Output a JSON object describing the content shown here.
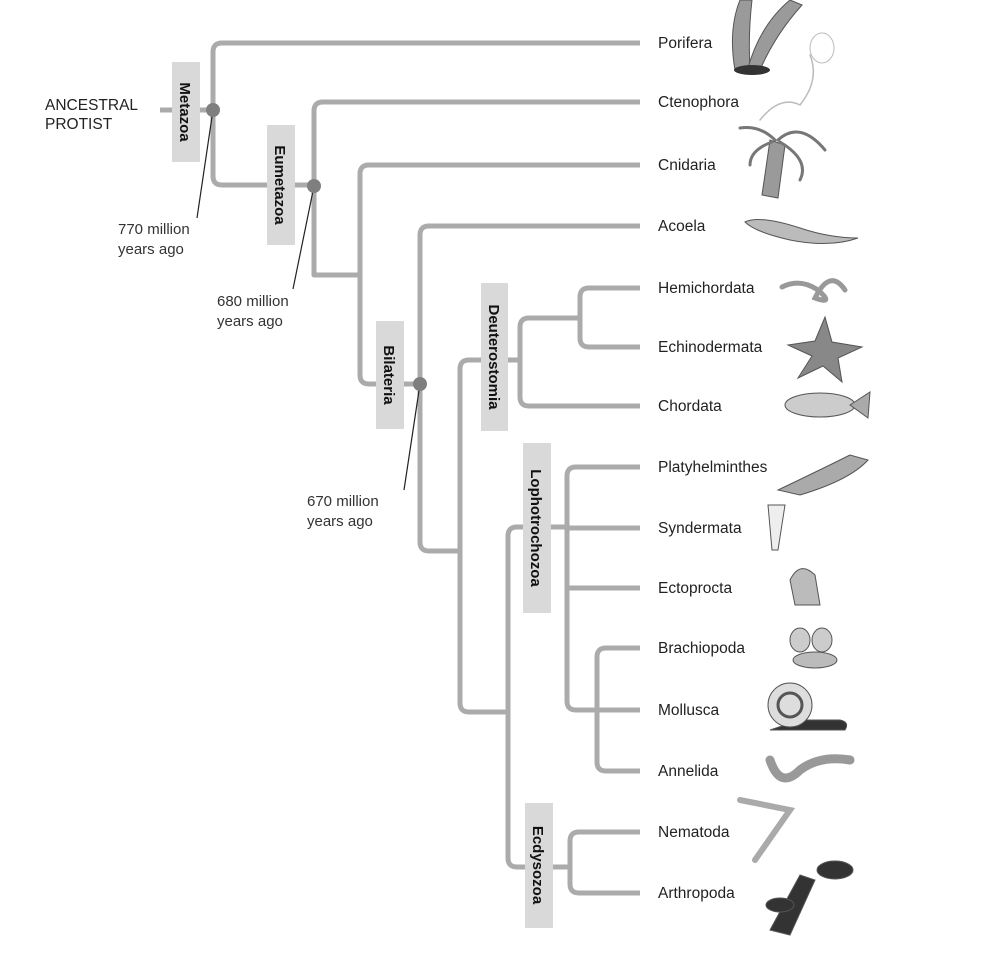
{
  "root_label": [
    "ANCESTRAL",
    "PROTIST"
  ],
  "clades": {
    "metazoa": "Metazoa",
    "eumetazoa": "Eumetazoa",
    "bilateria": "Bilateria",
    "deuterostomia": "Deuterostomia",
    "lophotrochozoa": "Lophotrochozoa",
    "ecdysozoa": "Ecdysozoa"
  },
  "annotations": {
    "metazoa_age": [
      "770 million",
      "years ago"
    ],
    "eumetazoa_age": [
      "680 million",
      "years ago"
    ],
    "bilateria_age": [
      "670 million",
      "years ago"
    ]
  },
  "taxa": [
    "Porifera",
    "Ctenophora",
    "Cnidaria",
    "Acoela",
    "Hemichordata",
    "Echinodermata",
    "Chordata",
    "Platyhelminthes",
    "Syndermata",
    "Ectoprocta",
    "Brachiopoda",
    "Mollusca",
    "Annelida",
    "Nematoda",
    "Arthropoda"
  ]
}
